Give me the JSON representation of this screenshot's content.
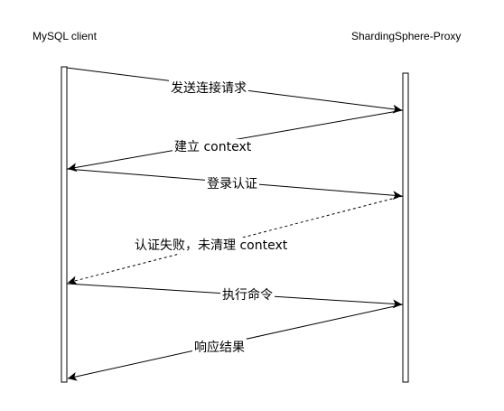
{
  "participants": {
    "client": {
      "name": "MySQL client"
    },
    "proxy": {
      "name": "ShardingSphere-Proxy"
    }
  },
  "messages": [
    {
      "id": "connect-request",
      "label": "发送连接请求",
      "from": "client",
      "to": "proxy",
      "style": "solid"
    },
    {
      "id": "create-context",
      "label": "建立 context",
      "from": "proxy",
      "to": "client",
      "style": "solid"
    },
    {
      "id": "login-auth",
      "label": "登录认证",
      "from": "client",
      "to": "proxy",
      "style": "solid"
    },
    {
      "id": "auth-failed",
      "label": "认证失败，未清理 context",
      "from": "proxy",
      "to": "client",
      "style": "dashed"
    },
    {
      "id": "execute-command",
      "label": "执行命令",
      "from": "client",
      "to": "proxy",
      "style": "solid"
    },
    {
      "id": "response-result",
      "label": "响应结果",
      "from": "proxy",
      "to": "client",
      "style": "solid"
    }
  ],
  "colors": {
    "line": "#000000",
    "background": "#ffffff"
  }
}
